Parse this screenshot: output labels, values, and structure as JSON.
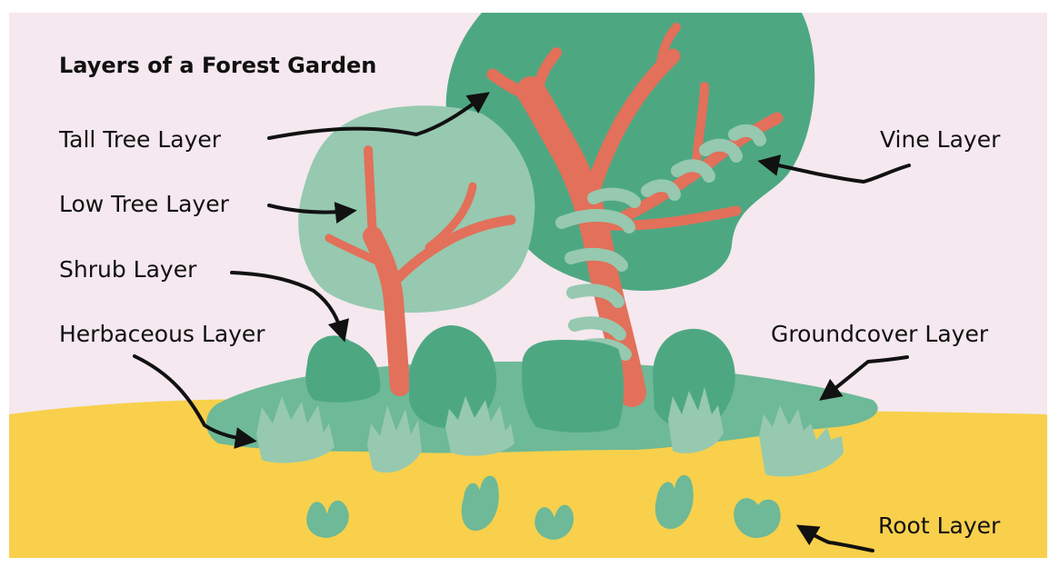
{
  "title": "Layers of a Forest Garden",
  "labels": {
    "tall_tree": "Tall Tree Layer",
    "low_tree": "Low Tree Layer",
    "shrub": "Shrub Layer",
    "herbaceous": "Herbaceous Layer",
    "vine": "Vine Layer",
    "groundcover": "Groundcover Layer",
    "root": "Root Layer"
  },
  "colors": {
    "sky": "#f5e8ef",
    "soil": "#f8d04c",
    "tall_tree_canopy": "#4da882",
    "low_tree_canopy": "#96c9b0",
    "trunk": "#e2705a",
    "vine": "#96c9b0",
    "shrub": "#4da882",
    "groundcover": "#6eb997",
    "herbaceous": "#96c9b0",
    "root": "#6eb997",
    "arrow": "#111111"
  }
}
